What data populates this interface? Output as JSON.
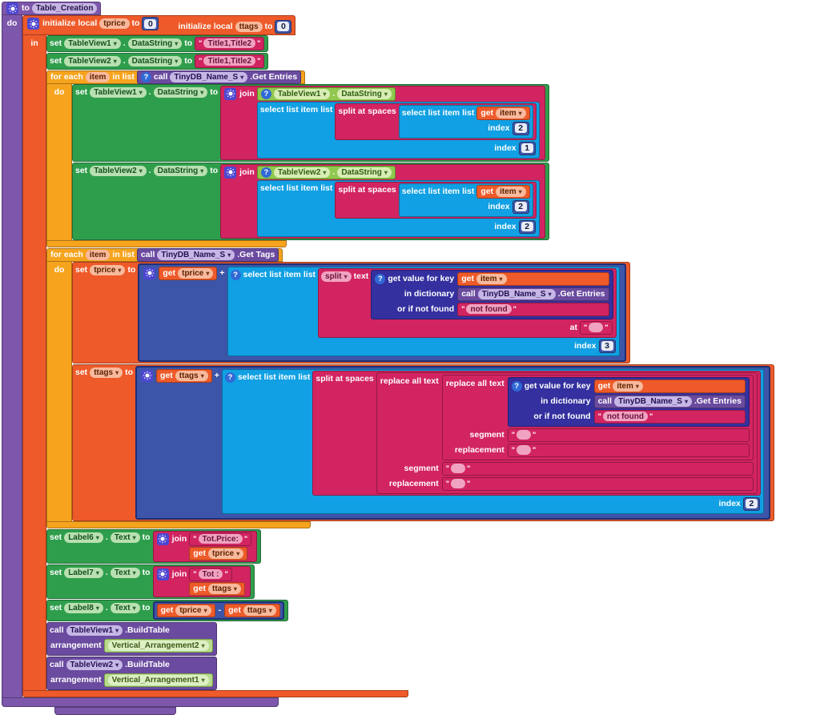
{
  "colors": {
    "proc": "#7d57ab",
    "method": "#6a4b9f",
    "vars": "#ee5a29",
    "control": "#f6a41e",
    "compset": "#2f9e4c",
    "compget": "#90c84f",
    "lists": "#10a0e3",
    "text": "#d22461",
    "math": "#3d55a8",
    "dict": "#34309f",
    "comp": "#b7da8b",
    "gear": "#4d47d0",
    "help": "#3069d6",
    "canvas": "#ffffff"
  },
  "icons": {
    "gear": "gear",
    "help": "?",
    "caret": "▾",
    "quote": "\""
  },
  "k": {
    "to": "to",
    "do": "do",
    "in": "in",
    "set": "set",
    "call": "call",
    "get": "get",
    "join": "join",
    "dot": ".",
    "plus": "+",
    "minus": "-",
    "for_each": "for each",
    "in_list": "in list",
    "init_local": "initialize local",
    "select": "select list item",
    "list": "list",
    "index": "index",
    "split_spaces": "split at spaces",
    "split": "split",
    "text": "text",
    "at": "at",
    "replace": "replace all text",
    "segment": "segment",
    "replacement": "replacement",
    "get_value": "get value for key",
    "in_dict": "in dictionary",
    "not_found_lbl": "or if not found",
    "arrangement": "arrangement"
  },
  "proc": {
    "name": "Table_Creation"
  },
  "locals": {
    "var1": "tprice",
    "var2": "ttags",
    "val1": "0",
    "val2": "0"
  },
  "vars": {
    "item": "item",
    "tprice": "tprice",
    "ttags": "ttags"
  },
  "components": {
    "tv1": "TableView1",
    "tv2": "TableView2",
    "data_string": "DataString",
    "tinydb": "TinyDB_Name_S",
    "get_entries": ".Get Entries",
    "get_tags": ".Get Tags",
    "build_table": ".BuildTable",
    "label6": "Label6",
    "label7": "Label7",
    "label8": "Label8",
    "text_prop": "Text",
    "va1": "Vertical_Arrangement1",
    "va2": "Vertical_Arrangement2"
  },
  "strings": {
    "titles1": "Title1,Title2",
    "titles2": "Title1,Title2",
    "not_found": "not found",
    "tot_price": "Tot.Price:",
    "tot": "Tot :",
    "at_sep": "",
    "seg_inner": "",
    "rep_inner": "",
    "seg_outer": "",
    "rep_outer": ""
  },
  "indices": {
    "tv1_outer": "1",
    "tv1_inner": "2",
    "tv2_outer": "2",
    "tv2_inner": "2",
    "tprice": "3",
    "ttags": "2"
  }
}
